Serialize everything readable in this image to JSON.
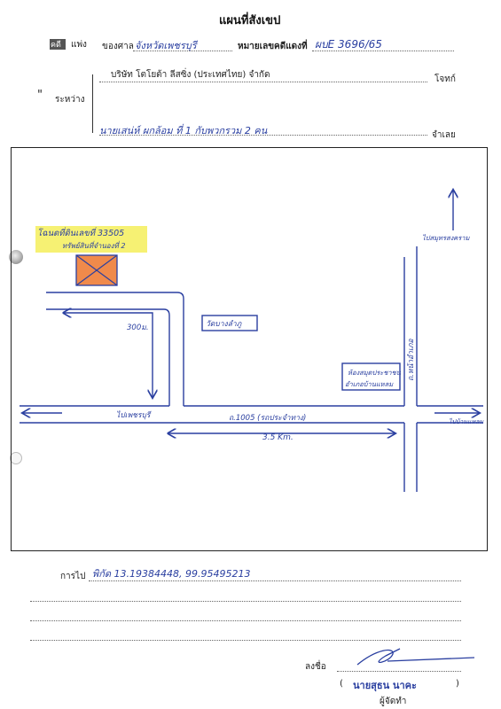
{
  "header": {
    "title": "แผนที่สังเขป",
    "case_type_prefix": "คดี",
    "case_type": "แพ่ง",
    "court_label": "ของศาล",
    "court_value": "จังหวัดเพชรบุรี",
    "case_no_label": "หมายเลขคดีแดงที่",
    "case_no_value": "ผบE 3696/65",
    "between_label": "ระหว่าง",
    "quote_mark": "\"",
    "plaintiff_name": "บริษัท โตโยต้า ลีสซิ่ง (ประเทศไทย) จำกัด",
    "plaintiff_role": "โจทก์",
    "defendant_name": "นายเสน่ห์ ผกล้อม ที่ 1 กับพวกรวม 2 คน",
    "defendant_role": "จำเลย"
  },
  "map": {
    "target_label": "โฉนดที่ดินเลขที่ 33505",
    "target_sublabel": "ทรัพย์สินที่จำนองที่ 2",
    "distance_side": "300ม.",
    "temple_label": "วัดบางลำภู",
    "store_line1": "ห้องสมุดประชาชน",
    "store_line2": "อำเภอบ้านแหลม",
    "vertical_road_label": "ถ.หน้าอำเภอ",
    "north_label": "ไปสมุทรสงคราม",
    "main_road_label": "ถ.1005 (รถประจำทาง)",
    "left_direction": "ไปเพชรบุรี",
    "right_direction": "ไปบ้านแหลม",
    "distance_main": "3.5 Km.",
    "target_fill_color": "#f08a4b",
    "highlight_color": "#f4ef5a"
  },
  "footer": {
    "directions_label": "การไป",
    "directions_value": "พิกัด 13.19384448, 99.95495213",
    "signature_label": "ลงชื่อ",
    "signer_name": "นายสุธน นาคะ",
    "open_paren": "(",
    "close_paren": ")",
    "signer_role": "ผู้จัดทำ"
  }
}
